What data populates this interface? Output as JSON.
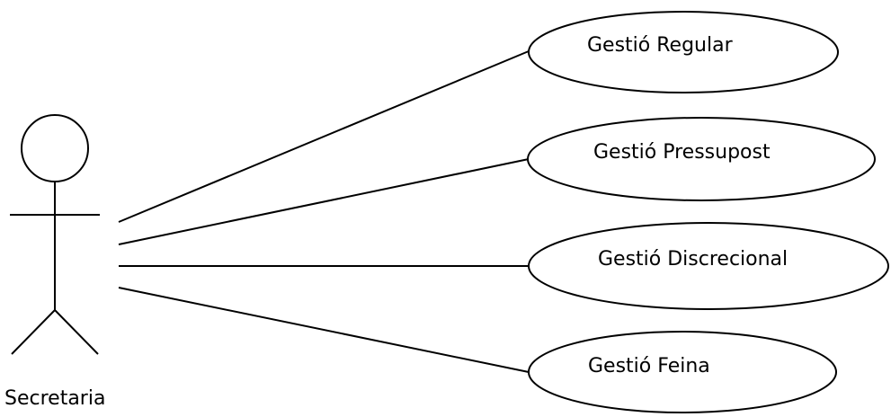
{
  "actor": {
    "name": "Secretaria"
  },
  "use_cases": [
    {
      "label": "Gestió Regular"
    },
    {
      "label": "Gestió Pressupost"
    },
    {
      "label": "Gestió Discrecional"
    },
    {
      "label": "Gestió Feina"
    }
  ],
  "colors": {
    "line": "#000000",
    "background": "#ffffff"
  }
}
